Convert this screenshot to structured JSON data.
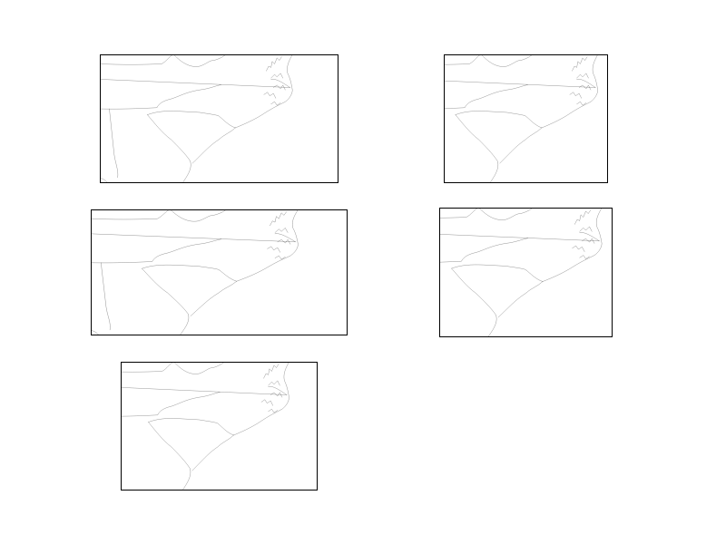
{
  "figure": {
    "background": "#ffffff",
    "line_color": "#000000",
    "panels": [
      {
        "id": "map-1",
        "content": "state-borders-carolinas-virginia"
      },
      {
        "id": "map-2",
        "content": "state-borders-carolinas-virginia"
      },
      {
        "id": "map-3",
        "content": "state-borders-carolinas-virginia"
      },
      {
        "id": "map-4",
        "content": "state-borders-carolinas-virginia"
      },
      {
        "id": "map-5",
        "content": "state-borders-carolinas-virginia"
      }
    ]
  }
}
